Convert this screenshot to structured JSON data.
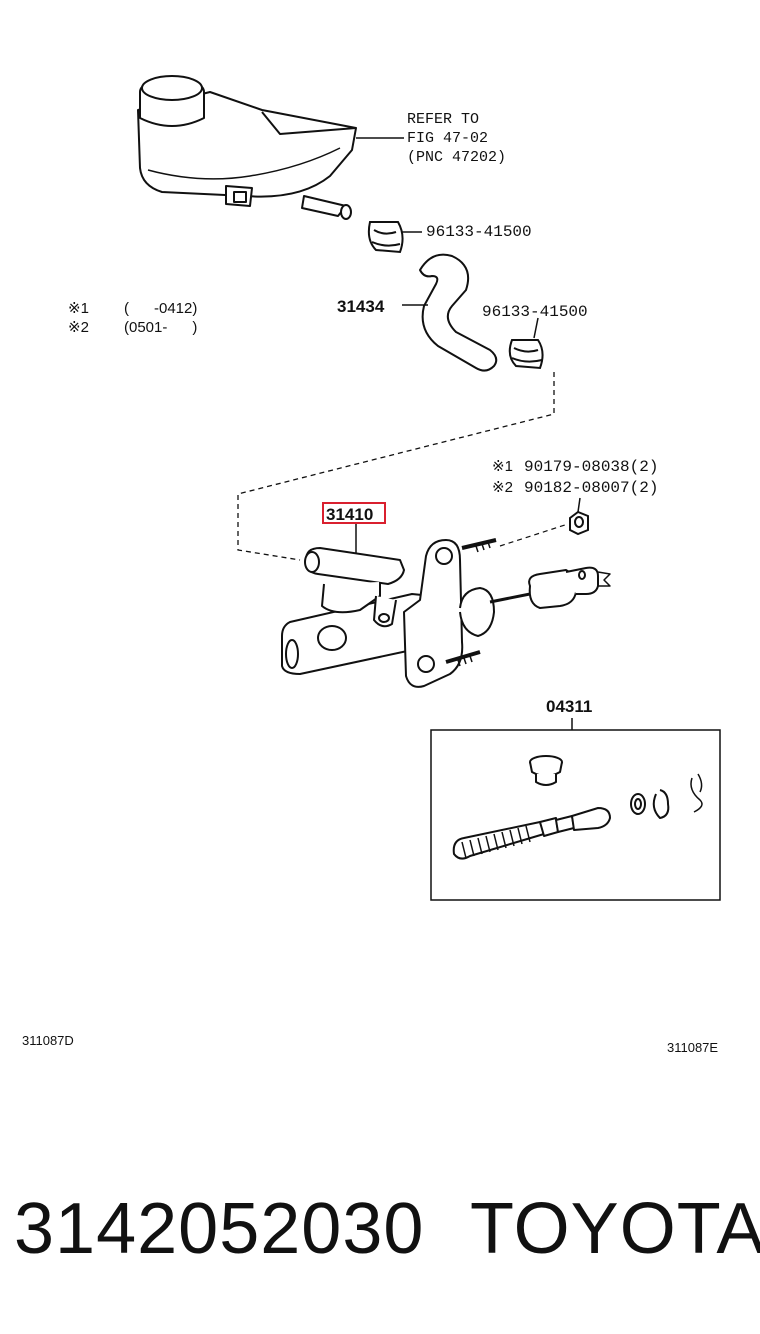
{
  "callouts": {
    "refer_line1": "REFER TO",
    "refer_line2": "FIG 47-02",
    "refer_line3": "(PNC 47202)",
    "clamp_upper": "96133-41500",
    "clamp_lower": "96133-41500",
    "hose": "31434",
    "master_cylinder": "31410",
    "nut_1": "90179-08038(2)",
    "nut_2": "90182-08007(2)",
    "repair_kit": "04311"
  },
  "notes": {
    "note1_mark": "※1",
    "note1_range": "(      -0412)",
    "note2_mark": "※2",
    "note2_range": "(0501-      )",
    "nut_1_mark": "※1",
    "nut_2_mark": "※2"
  },
  "figure_codes": {
    "left": "311087D",
    "right": "311087E"
  },
  "footer": {
    "part_number": "3142052030",
    "brand": "TOYOTA"
  },
  "highlight_color": "#d9202f"
}
